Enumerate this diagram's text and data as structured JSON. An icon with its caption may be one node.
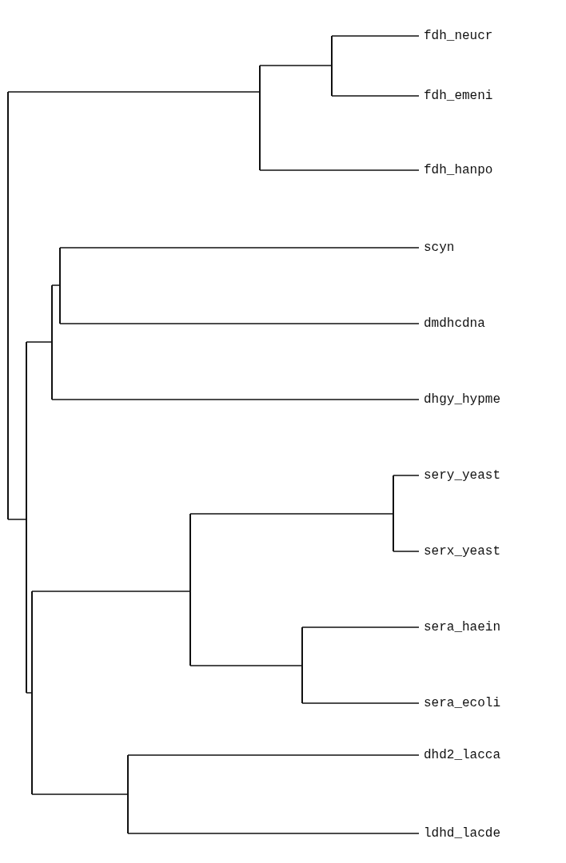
{
  "diagram": {
    "nodes": [
      {
        "text": [],
        "shape": "junction"
      },
      {
        "text": [],
        "shape": "junction"
      },
      {
        "text": [],
        "shape": "junction"
      },
      {
        "text": [
          "fdh_neucr"
        ]
      },
      {
        "text": [
          "fdh_emeni"
        ]
      },
      {
        "text": [
          "fdh_hanpo"
        ]
      },
      {
        "text": [],
        "shape": "junction"
      },
      {
        "text": [],
        "shape": "junction"
      },
      {
        "text": [],
        "shape": "junction"
      },
      {
        "text": [
          "scyn"
        ]
      },
      {
        "text": [
          "dmdhcdna"
        ]
      },
      {
        "text": [
          "dhgy_hypme"
        ]
      },
      {
        "text": [],
        "shape": "junction"
      },
      {
        "text": [],
        "shape": "junction"
      },
      {
        "text": [],
        "shape": "junction"
      },
      {
        "text": [
          "sery_yeast"
        ]
      },
      {
        "text": [
          "serx_yeast"
        ]
      },
      {
        "text": [],
        "shape": "junction"
      },
      {
        "text": [
          "sera_haein"
        ]
      },
      {
        "text": [
          "sera_ecoli"
        ]
      },
      {
        "text": [],
        "shape": "junction"
      },
      {
        "text": [
          "dhd2_lacca"
        ]
      },
      {
        "text": [
          "ldhd_lacde"
        ]
      }
    ],
    "edges": [
      {
        "from": 0,
        "to": 1,
        "arrow": "none"
      },
      {
        "from": 0,
        "to": 6,
        "arrow": "none"
      },
      {
        "from": 1,
        "to": 2,
        "arrow": "none"
      },
      {
        "from": 1,
        "to": 5,
        "arrow": "none"
      },
      {
        "from": 2,
        "to": 3,
        "arrow": "none"
      },
      {
        "from": 2,
        "to": 4,
        "arrow": "none"
      },
      {
        "from": 6,
        "to": 7,
        "arrow": "none"
      },
      {
        "from": 6,
        "to": 12,
        "arrow": "none"
      },
      {
        "from": 7,
        "to": 8,
        "arrow": "none"
      },
      {
        "from": 7,
        "to": 11,
        "arrow": "none"
      },
      {
        "from": 8,
        "to": 9,
        "arrow": "none"
      },
      {
        "from": 8,
        "to": 10,
        "arrow": "none"
      },
      {
        "from": 12,
        "to": 13,
        "arrow": "none"
      },
      {
        "from": 12,
        "to": 20,
        "arrow": "none"
      },
      {
        "from": 13,
        "to": 14,
        "arrow": "none"
      },
      {
        "from": 13,
        "to": 17,
        "arrow": "none"
      },
      {
        "from": 14,
        "to": 15,
        "arrow": "none"
      },
      {
        "from": 14,
        "to": 16,
        "arrow": "none"
      },
      {
        "from": 17,
        "to": 18,
        "arrow": "none"
      },
      {
        "from": 17,
        "to": 19,
        "arrow": "none"
      },
      {
        "from": 20,
        "to": 21,
        "arrow": "none"
      },
      {
        "from": 20,
        "to": 22,
        "arrow": "none"
      }
    ]
  }
}
